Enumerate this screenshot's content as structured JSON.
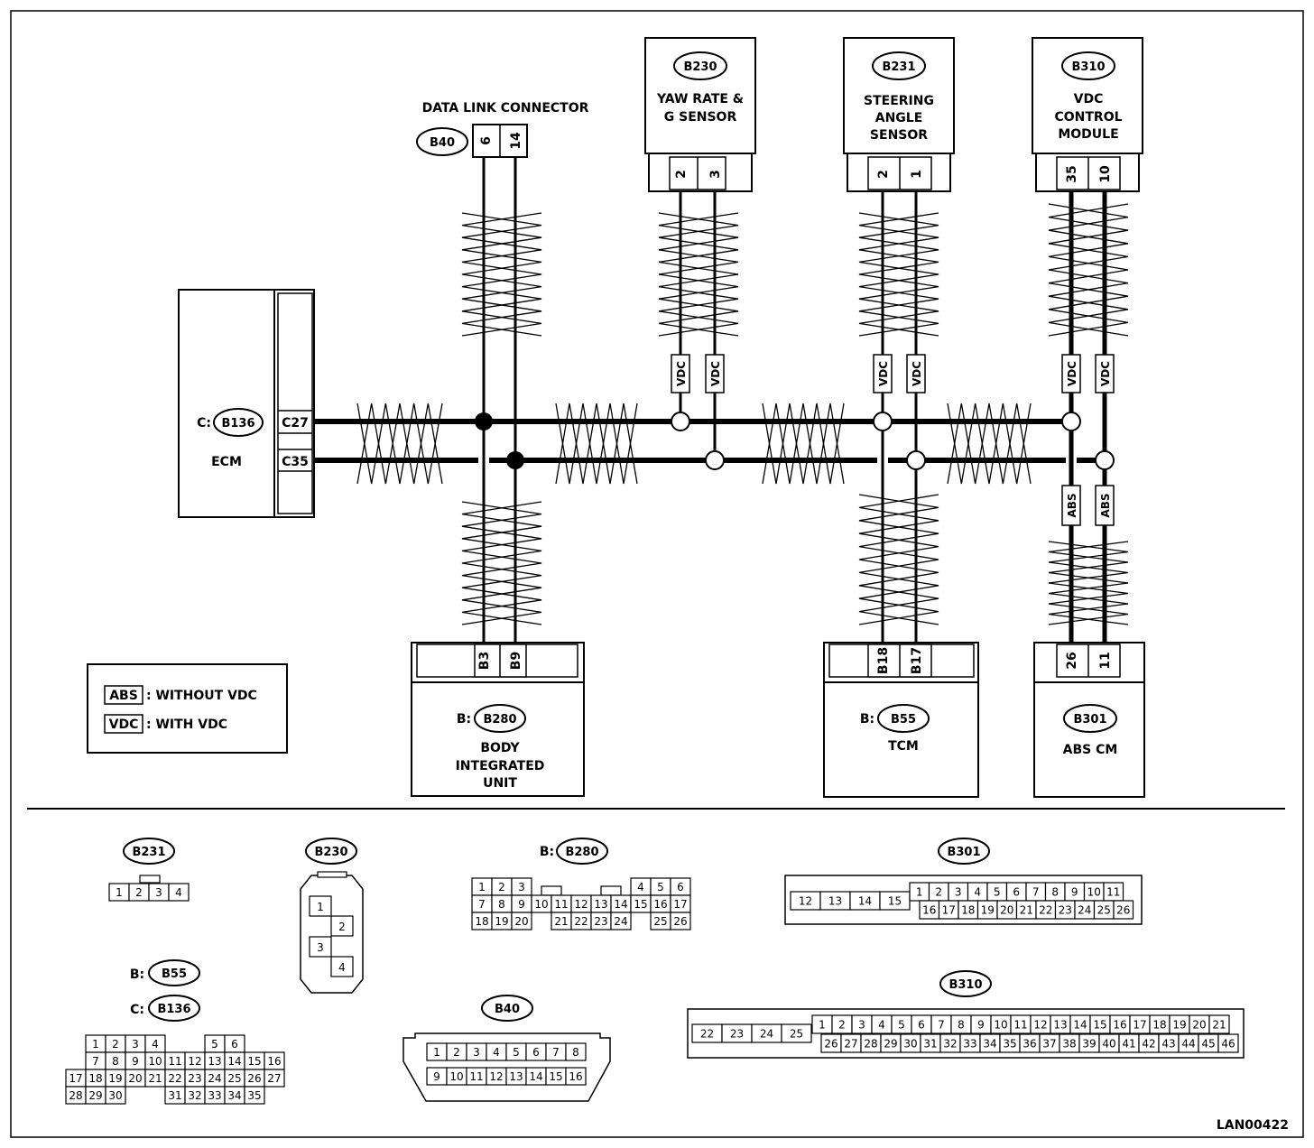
{
  "diagram_code": "LAN00422",
  "components": {
    "data_link": {
      "title": "DATA LINK CONNECTOR",
      "code": "B40",
      "pins": [
        "6",
        "14"
      ]
    },
    "yaw": {
      "code": "B230",
      "name": [
        "YAW RATE &",
        "G SENSOR"
      ],
      "pins": [
        "2",
        "3"
      ]
    },
    "steer": {
      "code": "B231",
      "name": [
        "STEERING",
        "ANGLE",
        "SENSOR"
      ],
      "pins": [
        "2",
        "1"
      ]
    },
    "vdc": {
      "code": "B310",
      "name": [
        "VDC",
        "CONTROL",
        "MODULE"
      ],
      "pins": [
        "35",
        "10"
      ]
    },
    "ecm": {
      "prefix": "C:",
      "code": "B136",
      "name": "ECM",
      "pins": [
        "C27",
        "C35"
      ]
    },
    "body": {
      "prefix": "B:",
      "code": "B280",
      "name": [
        "BODY",
        "INTEGRATED",
        "UNIT"
      ],
      "pins": [
        "B3",
        "B9"
      ]
    },
    "tcm": {
      "prefix": "B:",
      "code": "B55",
      "name": "TCM",
      "pins": [
        "B18",
        "B17"
      ]
    },
    "abs": {
      "code": "B301",
      "name": "ABS CM",
      "pins": [
        "26",
        "11"
      ]
    }
  },
  "wire_tags": {
    "vdc": "VDC",
    "abs": "ABS"
  },
  "legend": [
    {
      "tag": "ABS",
      "text": ": WITHOUT VDC"
    },
    {
      "tag": "VDC",
      "text": ": WITH VDC"
    }
  ],
  "connectors": {
    "b231": {
      "code": "B231",
      "rows": [
        [
          "1",
          "2",
          "3",
          "4"
        ]
      ]
    },
    "b230": {
      "code": "B230",
      "pins": [
        "1",
        "2",
        "3",
        "4"
      ]
    },
    "b280": {
      "prefix": "B:",
      "code": "B280",
      "rows": [
        [
          "1",
          "2",
          "3",
          "",
          "",
          "",
          "",
          "",
          "4",
          "5",
          "6"
        ],
        [
          "7",
          "8",
          "9",
          "10",
          "11",
          "12",
          "13",
          "14",
          "15",
          "16",
          "17"
        ],
        [
          "18",
          "19",
          "20",
          "",
          "21",
          "22",
          "23",
          "24",
          "",
          "25",
          "26"
        ]
      ]
    },
    "b301": {
      "code": "B301",
      "left": [
        "12",
        "13",
        "14",
        "15"
      ],
      "top": [
        "1",
        "2",
        "3",
        "4",
        "5",
        "6",
        "7",
        "8",
        "9",
        "10",
        "11"
      ],
      "bottom": [
        "16",
        "17",
        "18",
        "19",
        "20",
        "21",
        "22",
        "23",
        "24",
        "25",
        "26"
      ]
    },
    "b55": {
      "prefix1": "B:",
      "code1": "B55",
      "prefix2": "C:",
      "code2": "B136",
      "rows": [
        [
          "",
          "1",
          "2",
          "3",
          "4",
          "",
          "",
          "5",
          "6",
          ""
        ],
        [
          "",
          "7",
          "8",
          "9",
          "10",
          "11",
          "12",
          "13",
          "14",
          "15",
          "16"
        ],
        [
          "17",
          "18",
          "19",
          "20",
          "21",
          "22",
          "23",
          "24",
          "25",
          "26",
          "27"
        ],
        [
          "28",
          "29",
          "30",
          "",
          "",
          "31",
          "32",
          "33",
          "34",
          "35",
          ""
        ]
      ]
    },
    "b40": {
      "code": "B40",
      "top": [
        "1",
        "2",
        "3",
        "4",
        "5",
        "6",
        "7",
        "8"
      ],
      "bottom": [
        "9",
        "10",
        "11",
        "12",
        "13",
        "14",
        "15",
        "16"
      ]
    },
    "b310": {
      "code": "B310",
      "left": [
        "22",
        "23",
        "24",
        "25"
      ],
      "top": [
        "1",
        "2",
        "3",
        "4",
        "5",
        "6",
        "7",
        "8",
        "9",
        "10",
        "11",
        "12",
        "13",
        "14",
        "15",
        "16",
        "17",
        "18",
        "19",
        "20",
        "21"
      ],
      "bottom": [
        "26",
        "27",
        "28",
        "29",
        "30",
        "31",
        "32",
        "33",
        "34",
        "35",
        "36",
        "37",
        "38",
        "39",
        "40",
        "41",
        "42",
        "43",
        "44",
        "45",
        "46"
      ]
    }
  }
}
